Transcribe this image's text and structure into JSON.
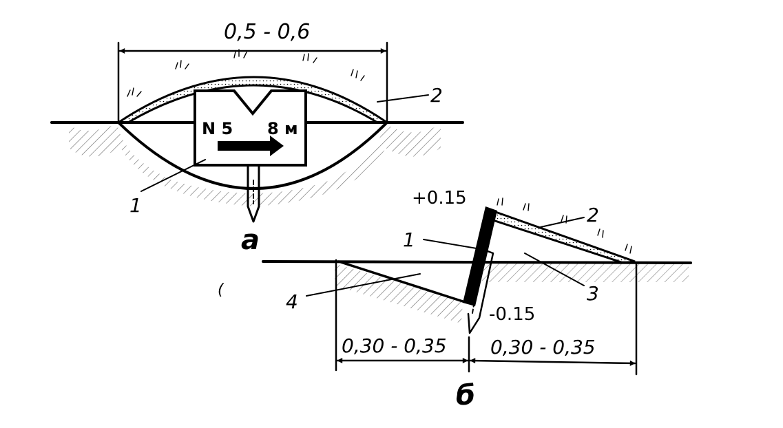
{
  "diagram_a": {
    "caption": "а",
    "width_dim": "0,5 - 0,6",
    "sign": {
      "number": "N 5",
      "distance": "8 м"
    },
    "callouts": {
      "post": "1",
      "covering": "2"
    }
  },
  "diagram_b": {
    "caption": "б",
    "top_mark": "+0.15",
    "bottom_mark": "-0.15",
    "left_dim": "0,30 - 0,35",
    "right_dim": "0,30 - 0,35",
    "callouts": {
      "post": "1",
      "covering": "2",
      "mound": "3",
      "trench": "4"
    }
  },
  "stray_mark": "("
}
